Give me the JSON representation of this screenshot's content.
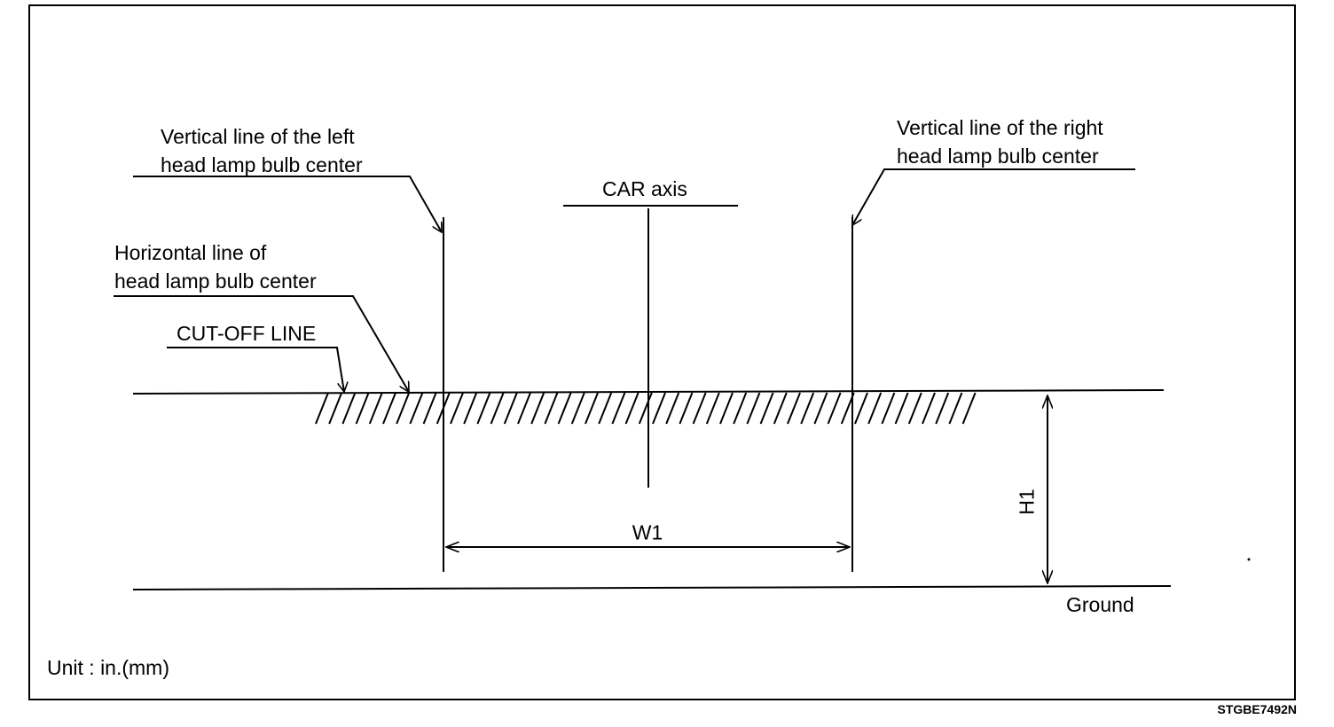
{
  "diagram": {
    "labels": {
      "left_vertical_line1": "Vertical line of the left",
      "left_vertical_line2": "head lamp bulb center",
      "right_vertical_line1": "Vertical line of the right",
      "right_vertical_line2": "head lamp bulb center",
      "car_axis": "CAR axis",
      "horizontal_line1": "Horizontal line of",
      "horizontal_line2": "head lamp bulb center",
      "cut_off_line": "CUT-OFF LINE",
      "width_dim": "W1",
      "height_dim": "H1",
      "ground": "Ground",
      "unit": "Unit : in.(mm)",
      "figure_code": "STGBE7492N"
    }
  }
}
